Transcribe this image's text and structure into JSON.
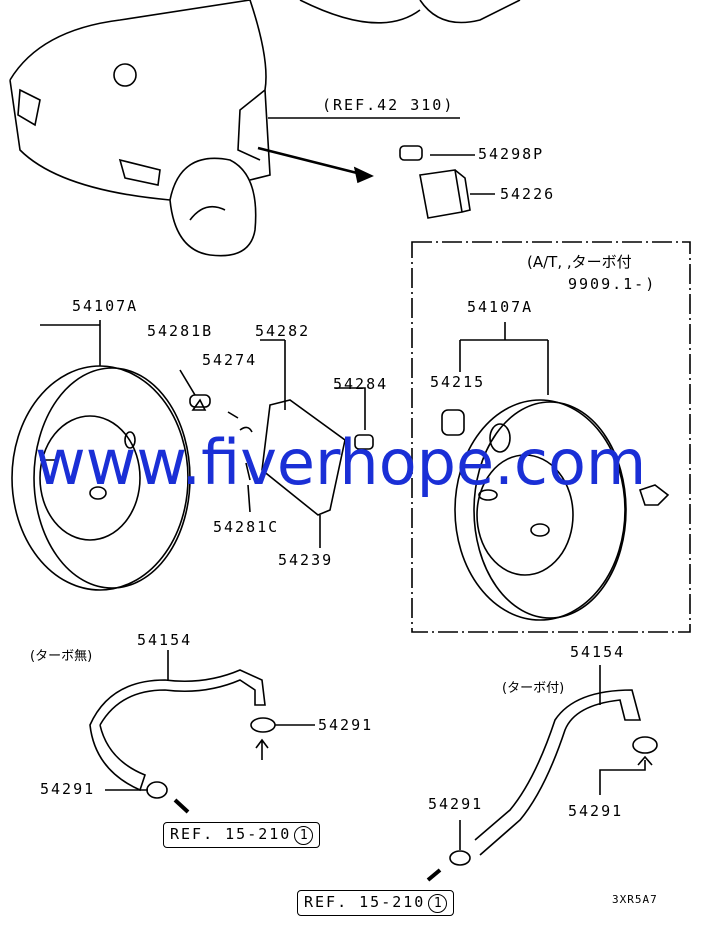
{
  "watermark": "www.fiverhope.com",
  "diagram_code": "3XR5A7",
  "labels": {
    "ref_42310": "(REF.42 310)",
    "p54298P": "54298P",
    "p54226": "54226",
    "at_turbo_line1": "(A/T, ,ターボ付",
    "at_turbo_line2": "9909.1-)",
    "p54107A_left": "54107A",
    "p54107A_right": "54107A",
    "p54281B": "54281B",
    "p54282": "54282",
    "p54274": "54274",
    "p54284": "54284",
    "p54215": "54215",
    "p54281C": "54281C",
    "p54239": "54239",
    "p54154_left": "54154",
    "p54154_right": "54154",
    "no_turbo": "(ターボ無)",
    "turbo": "(ターボ付)",
    "p54291_a": "54291",
    "p54291_b": "54291",
    "p54291_c": "54291",
    "p54291_d": "54291"
  },
  "refs": [
    {
      "text": "REF. 15-210",
      "circle": "1"
    },
    {
      "text": "REF. 15-210",
      "circle": "1"
    }
  ]
}
